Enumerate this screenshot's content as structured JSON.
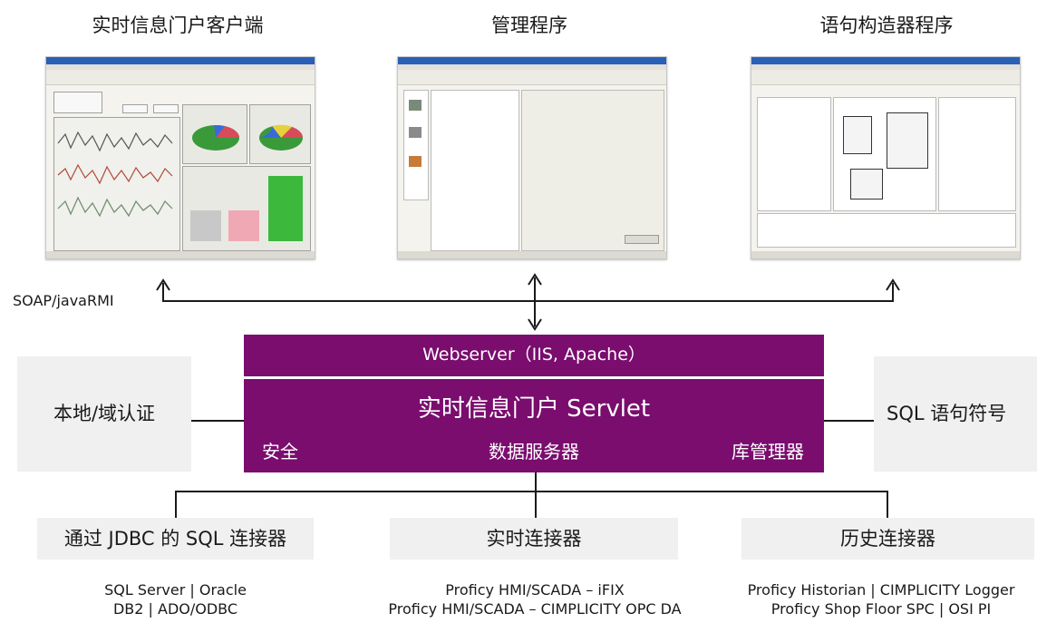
{
  "columns": [
    {
      "title": "实时信息门户客户端"
    },
    {
      "title": "管理程序"
    },
    {
      "title": "语句构造器程序"
    }
  ],
  "protocol_label": "SOAP/javaRMI",
  "server": {
    "webserver_label": "Webserver（IIS, Apache）",
    "servlet_label": "实时信息门户 Servlet",
    "modules": [
      "安全",
      "数据服务器",
      "库管理器"
    ]
  },
  "side_left": "本地/域认证",
  "side_right": "SQL 语句符号",
  "connectors": [
    {
      "label": "通过 JDBC 的 SQL 连接器",
      "lines": [
        "SQL Server | Oracle",
        "DB2 | ADO/ODBC"
      ]
    },
    {
      "label": "实时连接器",
      "lines": [
        "Proficy HMI/SCADA – iFIX",
        "Proficy HMI/SCADA – CIMPLICITY OPC DA"
      ]
    },
    {
      "label": "历史连接器",
      "lines": [
        "Proficy Historian | CIMPLICITY Logger",
        "Proficy Shop Floor SPC | OSI PI"
      ]
    }
  ],
  "colors": {
    "server_purple": "#7a0d6e",
    "side_grey": "#f0f0f0"
  }
}
